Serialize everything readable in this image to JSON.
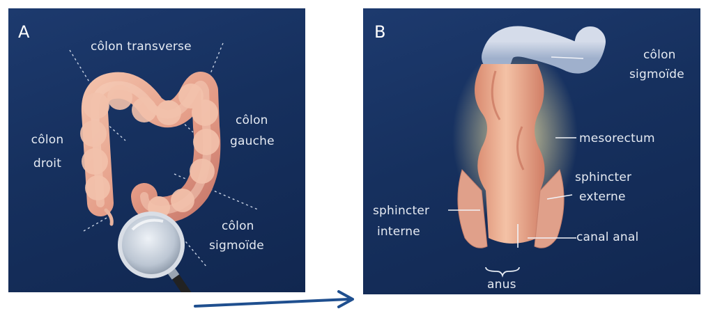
{
  "panel_a": {
    "letter": "A",
    "labels": {
      "colon_transverse": "côlon transverse",
      "colon_droit_1": "côlon",
      "colon_droit_2": "droit",
      "colon_gauche_1": "côlon",
      "colon_gauche_2": "gauche",
      "colon_sigmoide_1": "côlon",
      "colon_sigmoide_2": "sigmoïde"
    }
  },
  "panel_b": {
    "letter": "B",
    "labels": {
      "colon_sigmoide_1": "côlon",
      "colon_sigmoide_2": "sigmoïde",
      "mesorectum": "mesorectum",
      "sphincter_externe_1": "sphincter",
      "sphincter_externe_2": "externe",
      "sphincter_interne_1": "sphincter",
      "sphincter_interne_2": "interne",
      "canal_anal": "canal anal",
      "anus": "anus"
    }
  },
  "colors": {
    "background": "#16305e",
    "label_text": "#e6ebf3",
    "colon_tissue": "#e7a58e",
    "sigmoid_blue": "#b9c6dc",
    "connector_arrow": "#1f4f8f"
  }
}
